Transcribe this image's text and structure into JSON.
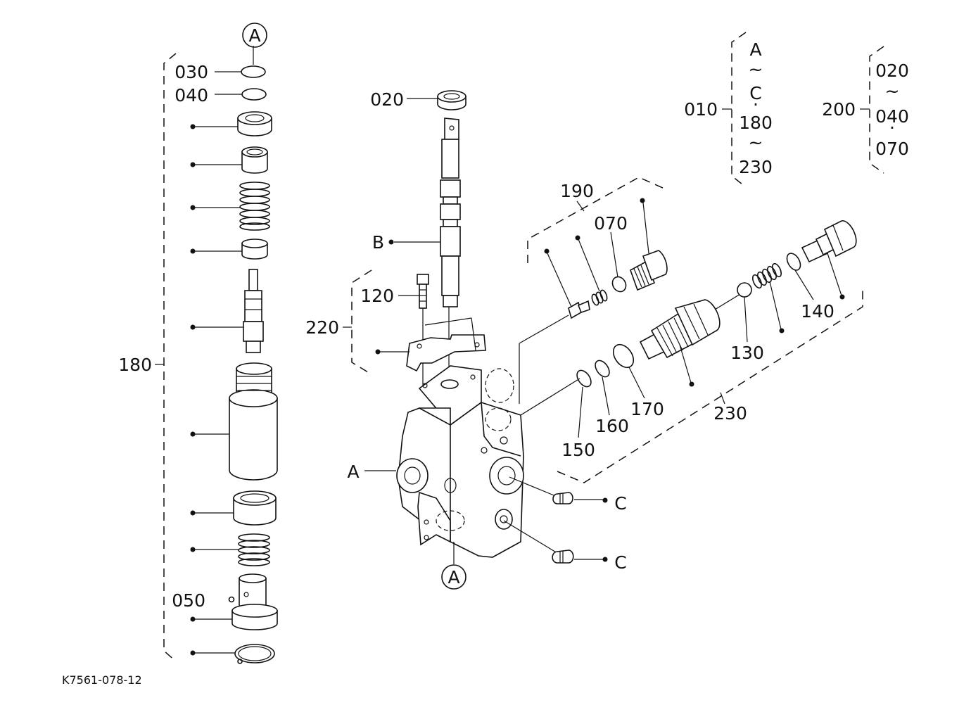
{
  "labels": {
    "A_top": "A",
    "A_bottom": "A",
    "A_left": "A",
    "B": "B",
    "C1": "C",
    "C2": "C",
    "n030": "030",
    "n040": "040",
    "n050": "050",
    "n180": "180",
    "n020": "020",
    "n120": "120",
    "n220": "220",
    "n190": "190",
    "n070": "070",
    "n130": "130",
    "n140": "140",
    "n150": "150",
    "n160": "160",
    "n170": "170",
    "n230": "230"
  },
  "group_010": {
    "number": "010",
    "items": [
      "A",
      "~",
      "C",
      "·",
      "180",
      "~",
      "230"
    ]
  },
  "group_200": {
    "number": "200",
    "items": [
      "020",
      "~",
      "040",
      "·",
      "070"
    ]
  },
  "figure_code": "K7561-078-12"
}
